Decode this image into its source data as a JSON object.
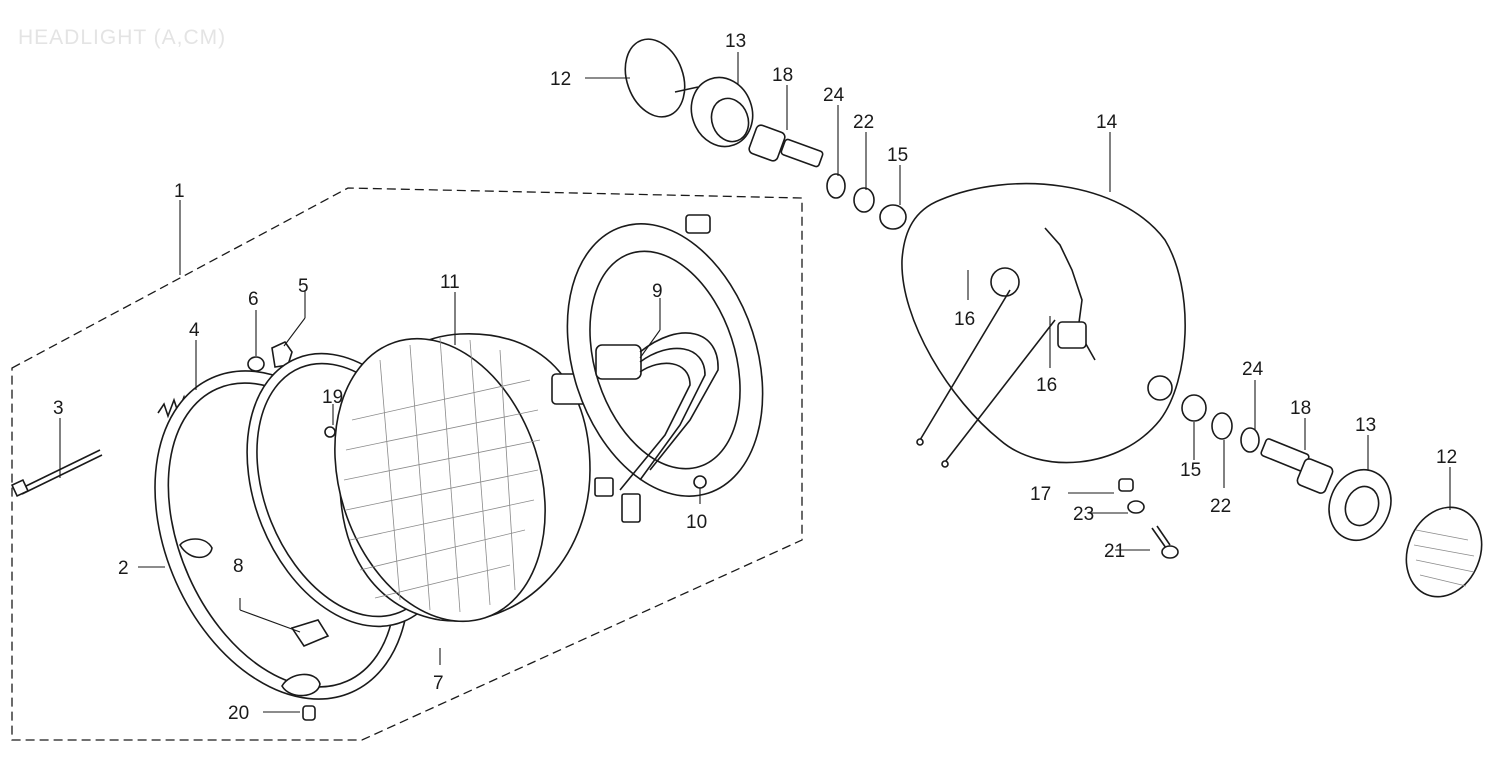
{
  "title": "HEADLIGHT (A,CM)",
  "labels": {
    "p1": "1",
    "p2": "2",
    "p3": "3",
    "p4": "4",
    "p5": "5",
    "p6": "6",
    "p7": "7",
    "p8": "8",
    "p9a": "9",
    "p9b": "19",
    "p10": "10",
    "p11": "11",
    "p12a": "12",
    "p12b": "12",
    "p13a": "13",
    "p13b": "13",
    "p14": "14",
    "p15a": "15",
    "p15b": "15",
    "p16a": "16",
    "p16b": "16",
    "p17": "17",
    "p18a": "18",
    "p18b": "18",
    "p20": "20",
    "p21": "21",
    "p22a": "22",
    "p22b": "22",
    "p23": "23",
    "p24a": "24",
    "p24b": "24"
  }
}
